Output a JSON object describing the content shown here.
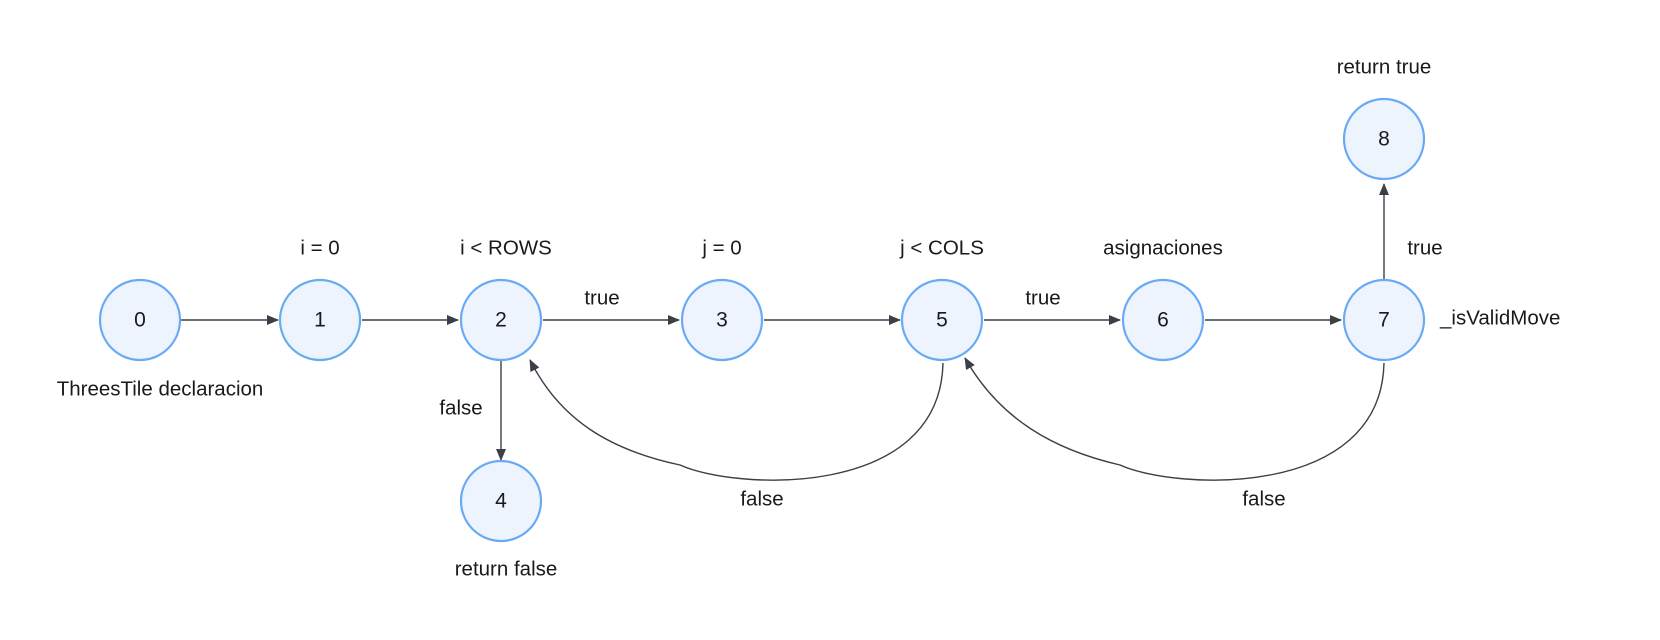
{
  "diagram": {
    "nodes": [
      {
        "id": "0",
        "caption": "ThreesTile declaracion"
      },
      {
        "id": "1",
        "caption": "i = 0"
      },
      {
        "id": "2",
        "caption": "i < ROWS"
      },
      {
        "id": "3",
        "caption": "j = 0"
      },
      {
        "id": "4",
        "caption": "return false"
      },
      {
        "id": "5",
        "caption": "j < COLS"
      },
      {
        "id": "6",
        "caption": "asignaciones"
      },
      {
        "id": "7",
        "caption": "_isValidMove"
      },
      {
        "id": "8",
        "caption": "return true"
      }
    ],
    "edges": [
      {
        "from": "0",
        "to": "1",
        "label": ""
      },
      {
        "from": "1",
        "to": "2",
        "label": ""
      },
      {
        "from": "2",
        "to": "3",
        "label": "true"
      },
      {
        "from": "2",
        "to": "4",
        "label": "false"
      },
      {
        "from": "3",
        "to": "5",
        "label": ""
      },
      {
        "from": "5",
        "to": "6",
        "label": "true"
      },
      {
        "from": "5",
        "to": "2",
        "label": "false"
      },
      {
        "from": "6",
        "to": "7",
        "label": ""
      },
      {
        "from": "7",
        "to": "8",
        "label": "true"
      },
      {
        "from": "7",
        "to": "5",
        "label": "false"
      }
    ],
    "colors": {
      "node_fill": "#edf4fe",
      "node_stroke": "#6aaaf5",
      "edge": "#3b3f48",
      "text": "#1a1a1a"
    }
  }
}
